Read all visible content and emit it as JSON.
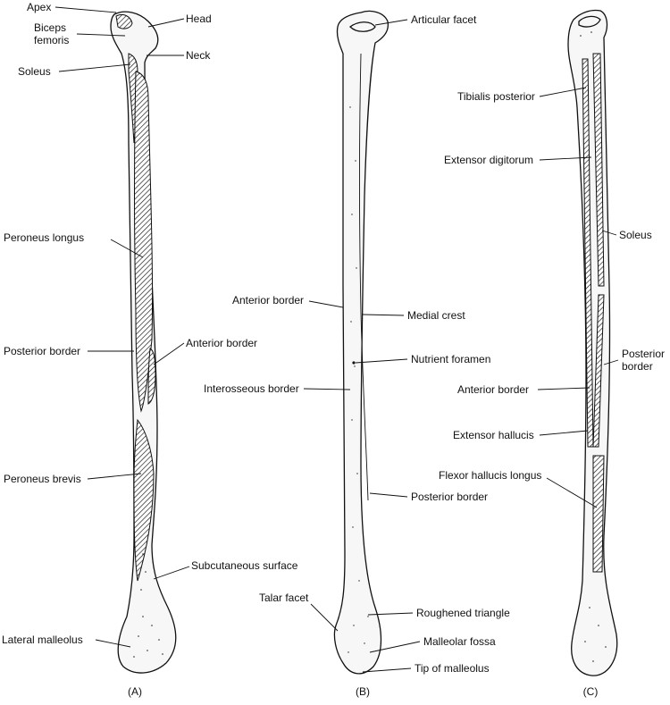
{
  "panels": [
    {
      "id": "A",
      "caption": "(A)",
      "labels": [
        "Apex",
        "Head",
        "Biceps\nfemoris",
        "Neck",
        "Soleus",
        "Peroneus longus",
        "Posterior border",
        "Anterior border",
        "Peroneus brevis",
        "Subcutaneous surface",
        "Lateral malleolus"
      ]
    },
    {
      "id": "B",
      "caption": "(B)",
      "labels": [
        "Articular facet",
        "Anterior border",
        "Medial crest",
        "Nutrient foramen",
        "Interosseous border",
        "Posterior border",
        "Talar facet",
        "Roughened triangle",
        "Malleolar fossa",
        "Tip of malleolus"
      ]
    },
    {
      "id": "C",
      "caption": "(C)",
      "labels": [
        "Tibialis posterior",
        "Extensor digitorum",
        "Soleus",
        "Posterior\nborder",
        "Anterior border",
        "Extensor hallucis",
        "Flexor hallucis longus"
      ]
    }
  ]
}
